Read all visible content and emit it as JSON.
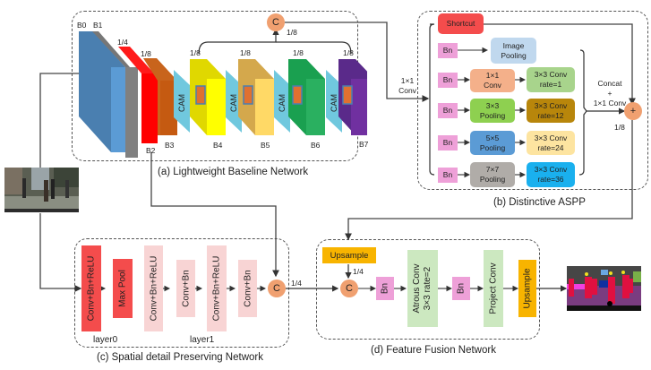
{
  "colors": {
    "shortcut": "#f44c4c",
    "bn": "#eea0d8",
    "image_pooling": "#c0d8ee",
    "conv1x1": "#f4b08a",
    "conv_rate1": "#a8d48c",
    "pool3": "#8ed050",
    "conv_rate12": "#b8860b",
    "pool5": "#5b9bd5",
    "conv_rate24": "#fde4a0",
    "pool7": "#b0aca8",
    "conv_rate36": "#1ab0ee",
    "concat": "#f0a070",
    "layer0": "#f44c4c",
    "layer1": "#f8d4d4",
    "upsample": "#f8b400",
    "atrous": "#cce8c0"
  },
  "panels": {
    "a": {
      "caption": "(a) Lightweight Baseline Network"
    },
    "b": {
      "caption": "(b) Distinctive ASPP"
    },
    "c": {
      "caption": "(c) Spatial detail Preserving Network"
    },
    "d": {
      "caption": "(d) Feature Fusion Network"
    }
  },
  "baseline": {
    "blocks": [
      "B0",
      "B1",
      "B2",
      "B3",
      "B4",
      "B5",
      "B6",
      "B7"
    ],
    "scales": {
      "b1": "1/4",
      "b2": "1/8",
      "b4": "1/8",
      "b5": "1/8",
      "b6": "1/8",
      "b7": "1/8",
      "concat": "1/8"
    },
    "cam_label": "CAM",
    "concat_symbol": "C"
  },
  "aspp": {
    "input_label": "1×1\nConv",
    "shortcut": "Shortcut",
    "bn": "Bn",
    "image_pooling": "Image\nPooling",
    "branches": [
      {
        "first": "1×1\nConv",
        "second": "3×3 Conv\nrate=1"
      },
      {
        "first": "3×3\nPooling",
        "second": "3×3 Conv\nrate=12"
      },
      {
        "first": "5×5\nPooling",
        "second": "3×3 Conv\nrate=24"
      },
      {
        "first": "7×7\nPooling",
        "second": "3×3 Conv\nrate=36"
      }
    ],
    "merge_label": "Concat\n+\n1×1 Conv",
    "sum_symbol": "+",
    "sum_scale": "1/8"
  },
  "spatial": {
    "layers": [
      "Conv+Bn+ReLU",
      "Max Pool",
      "Conv+Bn+ReLU",
      "Conv+Bn",
      "Conv+Bn+ReLU",
      "Conv+Bn"
    ],
    "layer0_label": "layer0",
    "layer1_label": "layer1",
    "concat_symbol": "C",
    "out_scale": "1/4"
  },
  "fusion": {
    "upsample_top": "Upsample",
    "upsample_scale": "1/4",
    "concat_symbol": "C",
    "bn": "Bn",
    "atrous": "Atrous Conv",
    "atrous_rate": "3×3 rate=2",
    "project": "Project Conv",
    "upsample_out": "Upsample"
  }
}
